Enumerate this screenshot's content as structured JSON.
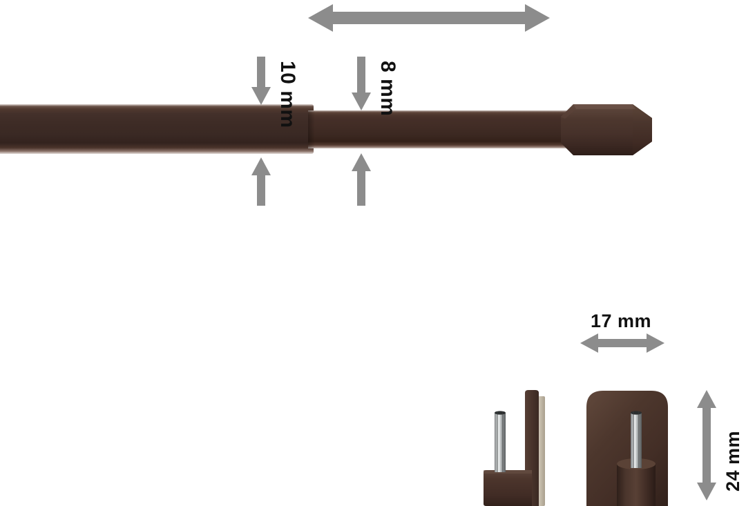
{
  "diagram": {
    "title": "Telescopic curtain rod with adhesive brackets - dimension diagram",
    "background_color": "#ffffff",
    "arrow_color": "#8c8c8c",
    "label_color": "#111111",
    "rod_color_dark": "#3d2e28",
    "rod_color_body": "#3a2924",
    "finial_color": "#4a352d",
    "bracket_color": "#4a342c",
    "pin_color": "#b9bcbd",
    "adhesive_pad_color": "#c8bfb0"
  },
  "labels": {
    "rod_thick_diameter": "10 mm",
    "rod_thin_diameter": "8 mm",
    "bracket_width": "17 mm",
    "bracket_height": "24 mm"
  },
  "annotations": {
    "span_arrow": {
      "name": "extension-range-arrow",
      "label": "",
      "orientation": "horizontal",
      "double_headed": true
    },
    "thick_top_arrow": {
      "orientation": "down",
      "points_to": "10 mm section top"
    },
    "thick_bottom_arrow": {
      "orientation": "up",
      "points_to": "10 mm section bottom"
    },
    "thin_top_arrow": {
      "orientation": "down",
      "points_to": "8 mm section top"
    },
    "thin_bottom_arrow": {
      "orientation": "up",
      "points_to": "8 mm section bottom"
    },
    "bracket_width_arrow": {
      "orientation": "horizontal",
      "double_headed": true
    },
    "bracket_height_arrow": {
      "orientation": "vertical",
      "double_headed": true
    }
  },
  "parts": {
    "rod_thick_section": "10 mm outer tube",
    "rod_thin_section": "8 mm inner tube",
    "finial": "octagonal end cap",
    "bracket_side_view": "self-adhesive bracket, side profile",
    "bracket_front_view": "self-adhesive bracket, front view"
  }
}
